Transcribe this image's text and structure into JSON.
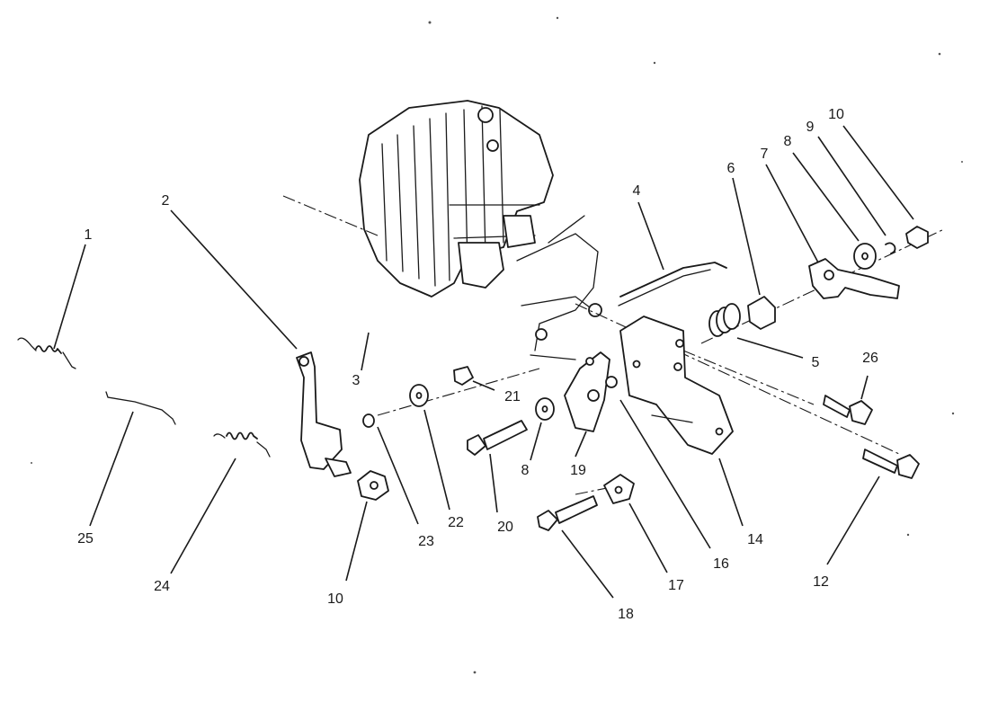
{
  "diagram": {
    "callouts": [
      {
        "id": "c1",
        "label": "1"
      },
      {
        "id": "c2",
        "label": "2"
      },
      {
        "id": "c3",
        "label": "3"
      },
      {
        "id": "c4",
        "label": "4"
      },
      {
        "id": "c5",
        "label": "5"
      },
      {
        "id": "c6",
        "label": "6"
      },
      {
        "id": "c7",
        "label": "7"
      },
      {
        "id": "c8a",
        "label": "8"
      },
      {
        "id": "c8b",
        "label": "8"
      },
      {
        "id": "c9",
        "label": "9"
      },
      {
        "id": "c10a",
        "label": "10"
      },
      {
        "id": "c10b",
        "label": "10"
      },
      {
        "id": "c12",
        "label": "12"
      },
      {
        "id": "c14",
        "label": "14"
      },
      {
        "id": "c16",
        "label": "16"
      },
      {
        "id": "c17",
        "label": "17"
      },
      {
        "id": "c18",
        "label": "18"
      },
      {
        "id": "c19",
        "label": "19"
      },
      {
        "id": "c20",
        "label": "20"
      },
      {
        "id": "c21",
        "label": "21"
      },
      {
        "id": "c22",
        "label": "22"
      },
      {
        "id": "c23",
        "label": "23"
      },
      {
        "id": "c24",
        "label": "24"
      },
      {
        "id": "c25",
        "label": "25"
      },
      {
        "id": "c26",
        "label": "26"
      }
    ],
    "colors": {
      "ink": "#1a1a1a",
      "paper": "#ffffff"
    }
  }
}
